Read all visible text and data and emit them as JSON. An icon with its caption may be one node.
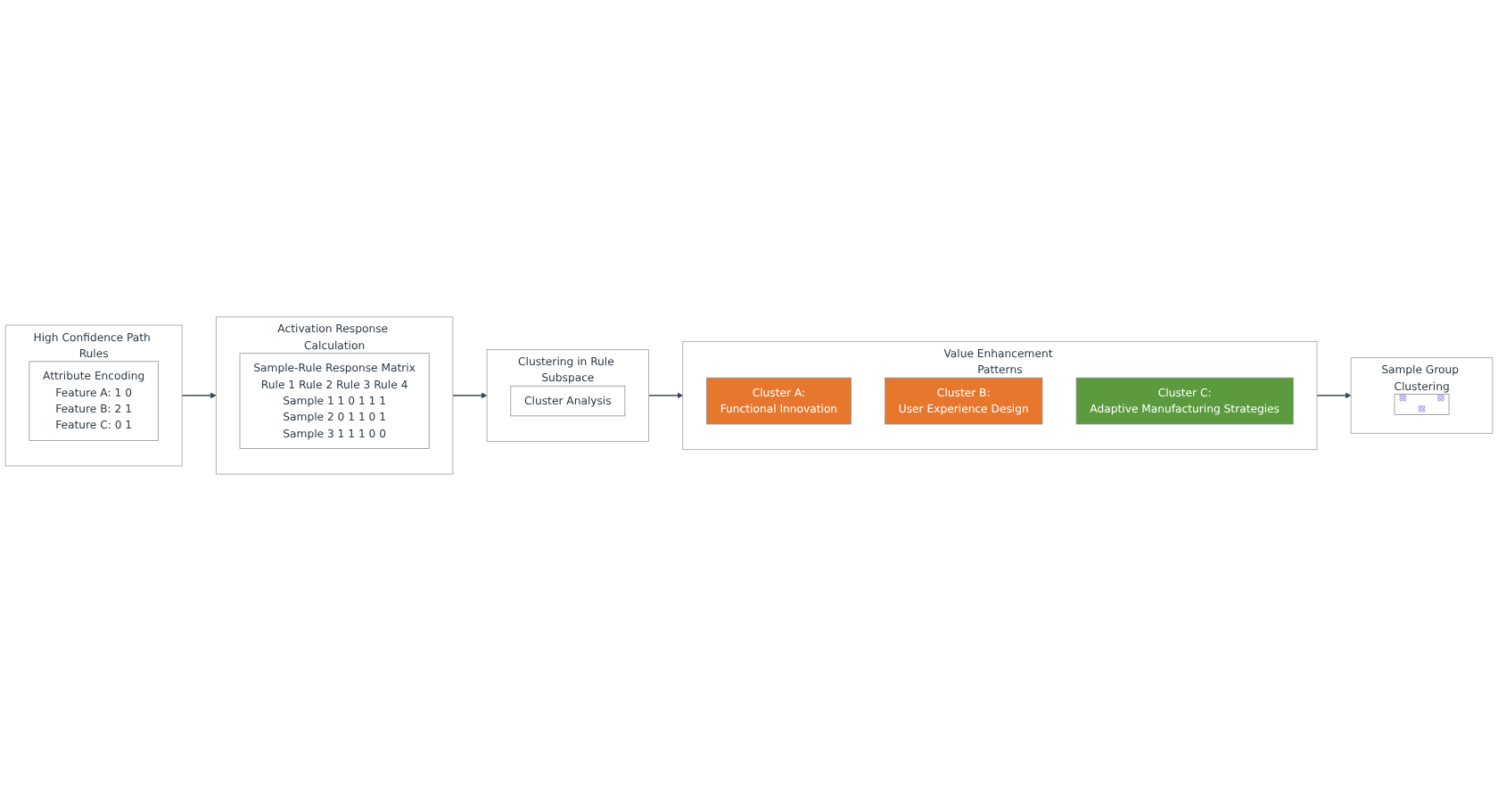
{
  "diagram": {
    "nodes": [
      {
        "text": [
          "High Confidence Path Rules"
        ]
      },
      {
        "text": [
          "Attribute Encoding",
          "Feature A: 1 0",
          "Feature B: 2 1",
          "Feature C: 0 1"
        ],
        "in": 0
      },
      {
        "text": [
          "Activation Response Calculation"
        ]
      },
      {
        "text": [
          "Sample-Rule Response Matrix",
          "Rule 1 Rule 2 Rule 3 Rule 4",
          "Sample 1 1 0 1 1 1",
          "Sample 2 0 1 1 0 1",
          "Sample 3 1 1 1 0 0"
        ],
        "in": 2
      },
      {
        "text": [
          "Clustering in Rule Subspace"
        ]
      },
      {
        "text": [
          "Cluster Analysis"
        ],
        "in": 4
      },
      {
        "text": [
          "Value Enhancement Patterns"
        ]
      },
      {
        "text": [
          "Cluster A:",
          "Functional Innovation"
        ],
        "in": 6
      },
      {
        "text": [
          "Cluster B:",
          "User Experience Design"
        ],
        "in": 6
      },
      {
        "text": [
          "Cluster C:",
          "Adaptive Manufacturing Strategies"
        ],
        "in": 6
      },
      {
        "text": [
          "Sample Group Clustering"
        ]
      },
      {
        "text": [],
        "shape": "picture",
        "in": 10
      }
    ],
    "edges": [
      {
        "from": 0,
        "to": 2,
        "arrow": "to"
      },
      {
        "from": 2,
        "to": 4,
        "arrow": "to"
      },
      {
        "from": 4,
        "to": 6,
        "arrow": "to"
      },
      {
        "from": 6,
        "to": 10,
        "arrow": "to"
      }
    ]
  }
}
